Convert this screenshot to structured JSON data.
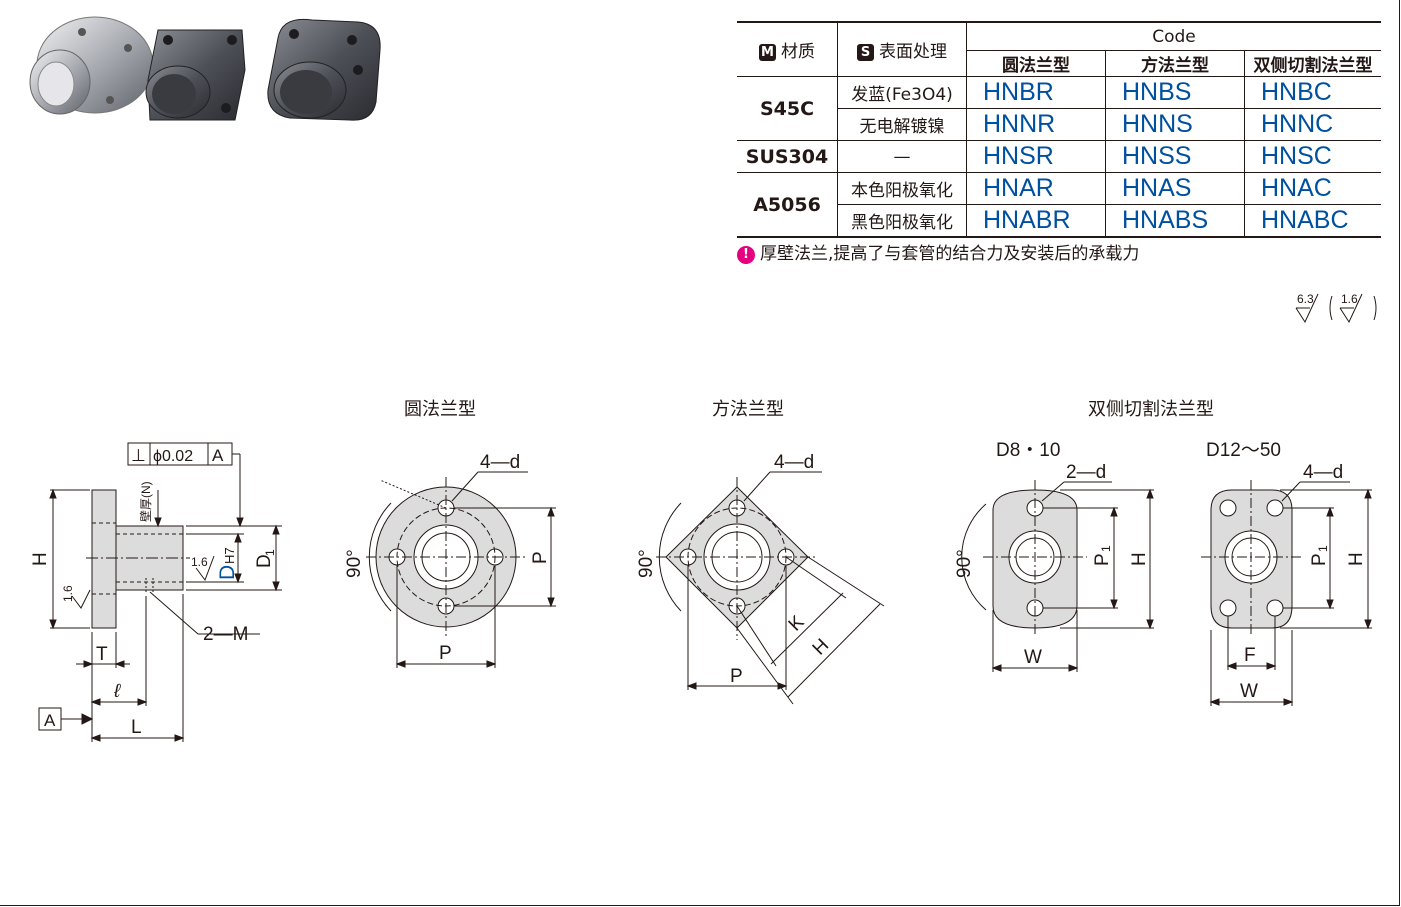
{
  "table": {
    "material_header": "材质",
    "material_badge": "M",
    "surface_header": "表面处理",
    "surface_badge": "S",
    "code_header": "Code",
    "subheaders": [
      "圆法兰型",
      "方法兰型",
      "双侧切割法兰型"
    ],
    "rows": [
      {
        "material": "S45C",
        "surface": "发蓝(Fe3O4)",
        "codes": [
          "HNBR",
          "HNBS",
          "HNBC"
        ]
      },
      {
        "material": "",
        "surface": "无电解镀镍",
        "codes": [
          "HNNR",
          "HNNS",
          "HNNC"
        ]
      },
      {
        "material": "SUS304",
        "surface": "—",
        "codes": [
          "HNSR",
          "HNSS",
          "HNSC"
        ]
      },
      {
        "material": "A5056",
        "surface": "本色阳极氧化",
        "codes": [
          "HNAR",
          "HNAS",
          "HNAC"
        ]
      },
      {
        "material": "",
        "surface": "黑色阳极氧化",
        "codes": [
          "HNABR",
          "HNABS",
          "HNABC"
        ]
      }
    ]
  },
  "note": {
    "icon": "!",
    "text": "厚壁法兰,提高了与套管的结合力及安装后的承载力"
  },
  "roughness": {
    "general": "6.3",
    "bore": "1.6"
  },
  "titles": {
    "round": "圆法兰型",
    "square": "方法兰型",
    "cut": "双侧切割法兰型"
  },
  "cut_variants": {
    "small": "D8・10",
    "large": "D12～50"
  },
  "side_view": {
    "perp_symbol": "⊥",
    "tolerance": "ϕ0.02",
    "datum": "A",
    "thick_label": "壁厚(N)",
    "bore": "D",
    "bore_fit": "H7",
    "bore_roughness": "1.6",
    "flange_roughness": "1.6",
    "H": "H",
    "D1": "D",
    "D1_sub": "1",
    "T": "T",
    "l": "ℓ",
    "L": "L",
    "M": "2—M"
  },
  "dims": {
    "holes4": "4—d",
    "holes2": "2—d",
    "angle": "90°",
    "P": "P",
    "P1": "P",
    "P1_sub": "1",
    "H": "H",
    "K": "K",
    "W": "W",
    "F": "F"
  },
  "colors": {
    "code": "#0050a0",
    "note_icon": "#e4007f",
    "line": "#231815",
    "part_fill": "#dcdcdc"
  }
}
